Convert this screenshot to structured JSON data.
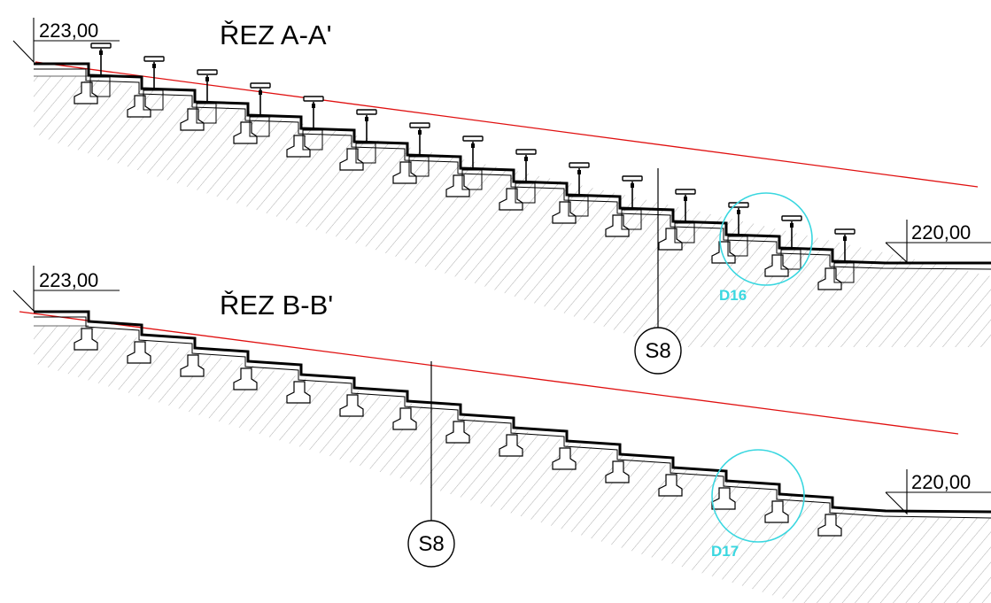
{
  "sections": [
    {
      "id": "A",
      "title": "ŘEZ A-A'",
      "elevation_top": "223,00",
      "elevation_bottom": "220,00",
      "cut_marker": "S8",
      "detail_marker": "D16",
      "has_railing_posts": true
    },
    {
      "id": "B",
      "title": "ŘEZ B-B'",
      "elevation_top": "223,00",
      "elevation_bottom": "220,00",
      "cut_marker": "S8",
      "detail_marker": "D17",
      "has_railing_posts": false
    }
  ],
  "colors": {
    "reference_line": "#e01010",
    "detail_circle": "#3ad7e0",
    "hatch": "#9a9a9a"
  }
}
